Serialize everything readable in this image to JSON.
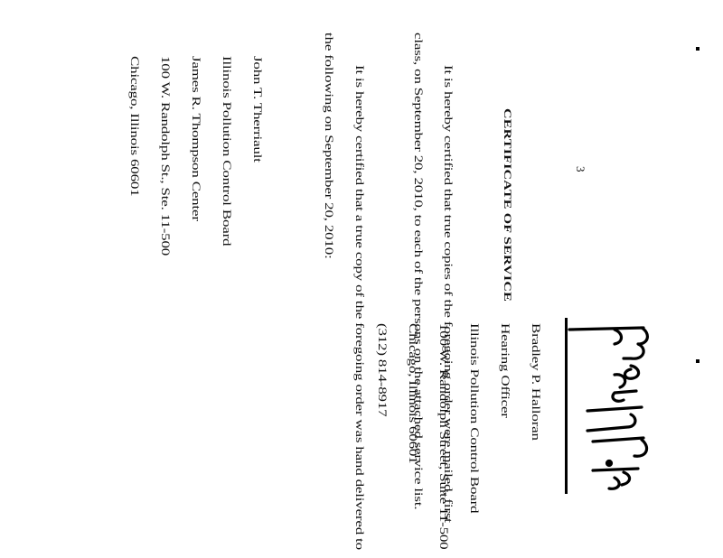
{
  "page_number": "3",
  "title": "CERTIFICATE OF SERVICE",
  "body": {
    "para1_line1": "It is hereby certified that true copies of the foregoing order were mailed, first",
    "para1_line2": "class, on September 20, 2010, to each of the persons on the attached service list.",
    "para2_line1": "It is hereby certified that a true copy of the foregoing order was hand delivered to",
    "para2_line2": "the following on September 20, 2010:"
  },
  "recipient": {
    "name": "John T. Therriault",
    "org": "Illinois Pollution Control Board",
    "building": "James R. Thompson Center",
    "street": "100 W. Randolph St., Ste. 11-500",
    "city": "Chicago, Illinois 60601"
  },
  "signature": {
    "signature_text": "Bradley P. Halloran",
    "name": "Bradley P. Halloran",
    "title": "Hearing Officer",
    "org": "Illinois Pollution Control Board",
    "street": "100 W. Randolph Street, Suite 11-500",
    "city": "Chicago, Illinois 60601",
    "phone": "(312) 814-8917"
  }
}
